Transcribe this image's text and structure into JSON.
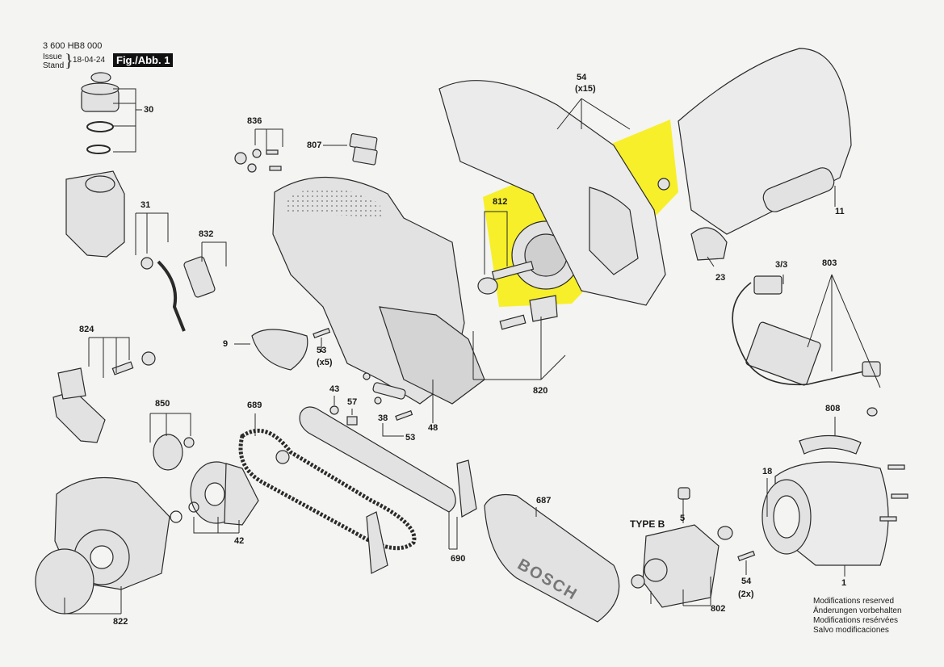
{
  "header": {
    "code": "3 600 HB8 000",
    "issue_label": "Issue",
    "stand_label": "Stand",
    "date": "18-04-24",
    "figure": "Fig./Abb. 1"
  },
  "labels": {
    "p30": "30",
    "p31": "31",
    "p832": "832",
    "p836": "836",
    "p807": "807",
    "p824": "824",
    "p850": "850",
    "p822": "822",
    "p42": "42",
    "p9": "9",
    "p53x5": "53",
    "p53x5_count": "(x5)",
    "p43": "43",
    "p57": "57",
    "p38": "38",
    "p53": "53",
    "p48": "48",
    "p689": "689",
    "p690": "690",
    "p687": "687",
    "p812": "812",
    "p54x15": "54",
    "p54x15_count": "(x15)",
    "p820": "820",
    "p23": "23",
    "p11": "11",
    "p3_3": "3/3",
    "p803": "803",
    "p808": "808",
    "p18": "18",
    "p1": "1",
    "p5": "5",
    "p802": "802",
    "p54x2": "54",
    "p54x2_count": "(2x)",
    "type_b": "TYPE B"
  },
  "brand": "BOSCH",
  "notes": [
    "Modifications reserved",
    "Änderungen vorbehalten",
    "Modifications resérvées",
    "Salvo modificaciones"
  ],
  "colors": {
    "highlight": "#f7ef2a",
    "line": "#2a2a2a",
    "part_fill": "#e2e2e2"
  }
}
